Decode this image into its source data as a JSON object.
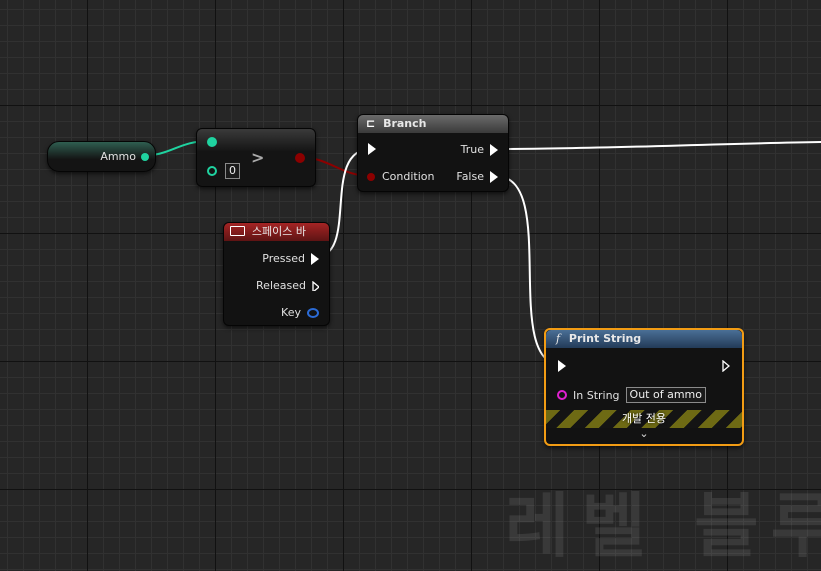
{
  "variable_node": {
    "label": "Ammo"
  },
  "compare_node": {
    "input_value": "0",
    "operator": ">"
  },
  "branch_node": {
    "title": "Branch",
    "condition_label": "Condition",
    "true_label": "True",
    "false_label": "False"
  },
  "key_event_node": {
    "title": "스페이스 바",
    "pressed_label": "Pressed",
    "released_label": "Released",
    "key_label": "Key"
  },
  "print_node": {
    "title": "Print String",
    "in_string_label": "In String",
    "in_string_value": "Out of ammo",
    "dev_only_label": "개발 전용"
  },
  "watermark": "레벨 블루",
  "colors": {
    "exec": "#ffffff",
    "integer_pin": "#1fd3a0",
    "bool_pin": "#8c0000",
    "string_pin": "#e020d0",
    "key_pin": "#2b6bd6",
    "selected_outline": "#f29c14"
  }
}
